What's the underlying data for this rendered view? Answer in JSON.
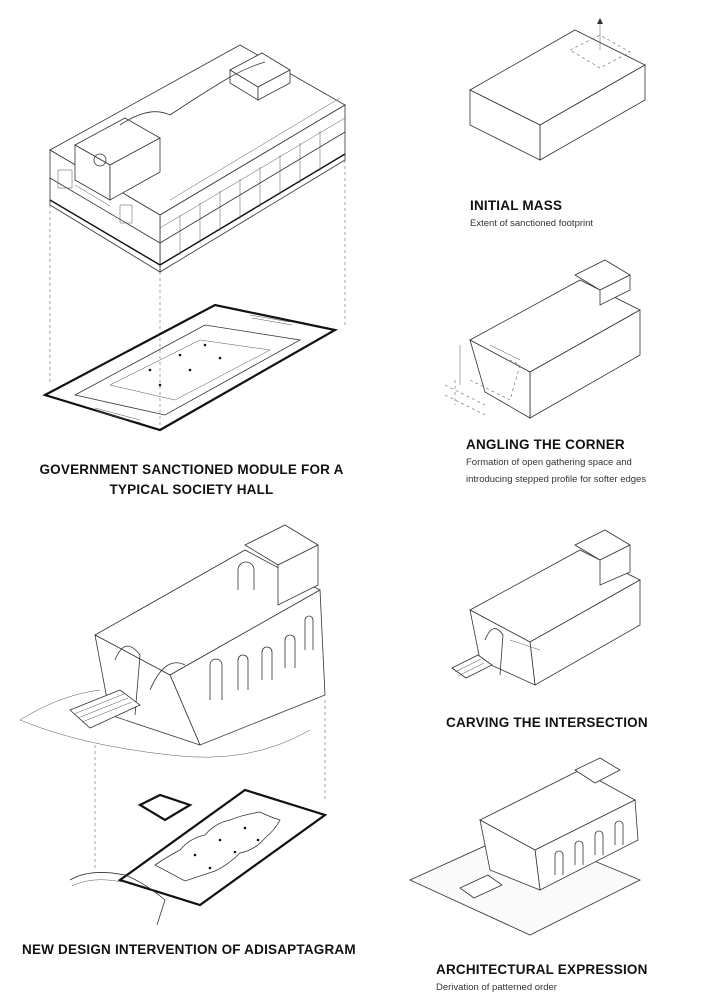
{
  "left_titles": {
    "sanctioned_line1": "GOVERNMENT SANCTIONED MODULE FOR A",
    "sanctioned_line2": "TYPICAL SOCIETY HALL",
    "new_design": "NEW DESIGN INTERVENTION OF ADISAPTAGRAM"
  },
  "steps": [
    {
      "title": "INITIAL MASS",
      "desc": [
        "Extent of sanctioned footprint"
      ]
    },
    {
      "title": "ANGLING THE CORNER",
      "desc": [
        "Formation of open gathering space and",
        "introducing stepped profile for softer edges"
      ]
    },
    {
      "title": "CARVING THE INTERSECTION",
      "desc": []
    },
    {
      "title": "ARCHITECTURAL EXPRESSION",
      "desc": [
        "Derivation of patterned order"
      ]
    }
  ],
  "colors": {
    "line": "#333333",
    "background": "#ffffff"
  }
}
